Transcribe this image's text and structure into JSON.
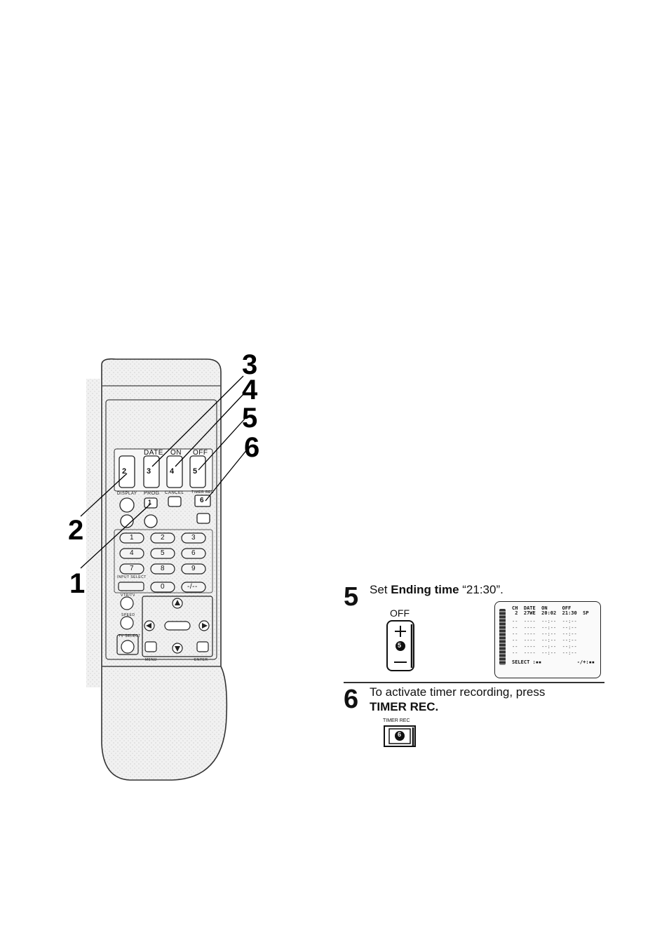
{
  "callouts": [
    "3",
    "4",
    "5",
    "6",
    "2",
    "1"
  ],
  "remote": {
    "labels": {
      "date": "DATE",
      "on": "ON",
      "off": "OFF",
      "display": "DISPLAY",
      "prog": "PROG",
      "cancel": "CANCEL",
      "timer_rec": "TIMER REC",
      "input_select": "INPUT SELECT",
      "vtr_tv": "VTR/TV",
      "speed": "SPEED",
      "tv_select": "TV SELECT",
      "menu": "MENU",
      "enter": "ENTER"
    },
    "keypad": [
      "1",
      "2",
      "3",
      "4",
      "5",
      "6",
      "7",
      "8",
      "9",
      "0",
      "-/--"
    ],
    "step_markers": {
      "up_down": "2",
      "date": "3",
      "on": "4",
      "off": "5",
      "prog": "1",
      "timer": "6"
    }
  },
  "steps": [
    {
      "number": "5",
      "text_before": "Set ",
      "text_bold": "Ending time",
      "text_after": " “21:30”.",
      "button_label": "OFF",
      "button_marker": "5"
    },
    {
      "number": "6",
      "line1": "To activate timer recording, press",
      "line2_bold": "TIMER REC.",
      "button_label": "TIMER REC",
      "button_marker": "6"
    }
  ],
  "osd": {
    "header_line1": "CH  DATE  ON     OFF",
    "header_line2": " 2  27WE  20:02  21:30  SP",
    "select": "SELECT :",
    "adjust": "-/+:"
  }
}
